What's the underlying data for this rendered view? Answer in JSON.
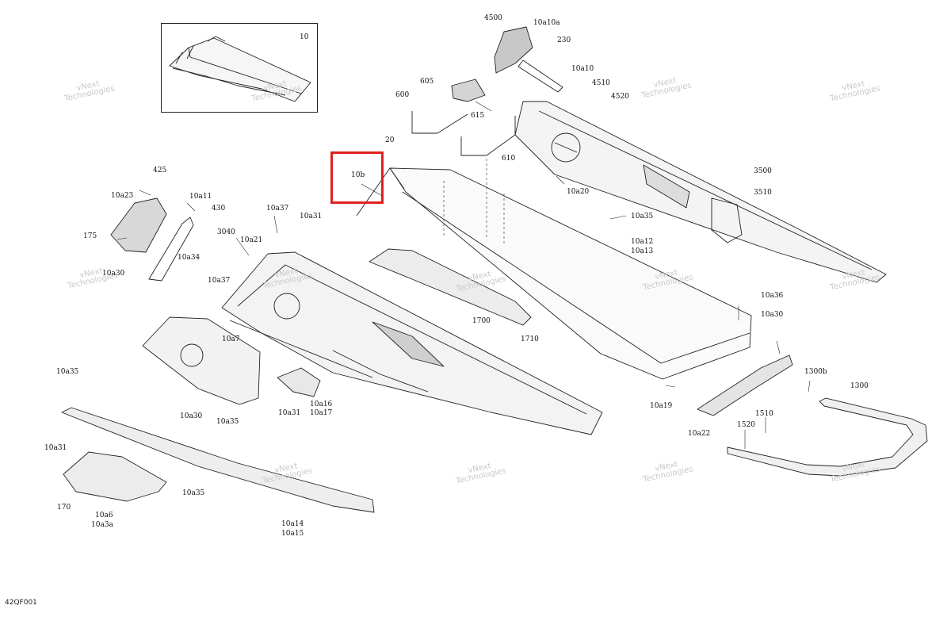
{
  "diagram_code": "42QF001",
  "highlight_label": "10b",
  "inset_label": "10",
  "watermark": {
    "line1": "vNext",
    "line2": "Technologies"
  },
  "labels": [
    "10",
    "10b",
    "20",
    "4500",
    "10a10a",
    "230",
    "605",
    "600",
    "615",
    "610",
    "10a10",
    "4510",
    "4520",
    "10a20",
    "3500",
    "3510",
    "10a35",
    "10a12",
    "10a13",
    "425",
    "10a23",
    "10a11",
    "430",
    "175",
    "3040",
    "10a21",
    "10a37",
    "10a31",
    "10a34",
    "10a30",
    "10a37",
    "1700",
    "1710",
    "10a36",
    "10a30",
    "10a7",
    "10a35",
    "10a30",
    "10a35",
    "10a31",
    "10a16",
    "10a17",
    "10a19",
    "1300b",
    "1300",
    "10a22",
    "1520",
    "1510",
    "10a31",
    "170",
    "10a6",
    "10a3a",
    "10a35",
    "10a14",
    "10a15"
  ],
  "colors": {
    "highlight": "#e02020",
    "ink": "#111111",
    "watermark": "#c9c9c9"
  }
}
